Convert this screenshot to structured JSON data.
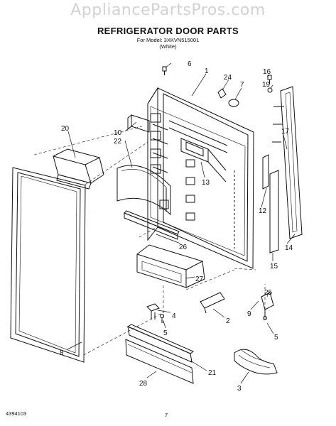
{
  "header": {
    "watermark": "AppliancePartsPros.com",
    "title": "REFRIGERATOR DOOR PARTS",
    "model_line": "For Model: 3XKVN515001",
    "color_line": "(White)"
  },
  "footer": {
    "doc_number": "4394103",
    "page_number": "7"
  },
  "callouts": {
    "c1": "1",
    "c2": "2",
    "c3": "3",
    "c4": "4",
    "c5a": "5",
    "c5b": "5",
    "c6": "6",
    "c7": "7",
    "c8": "8",
    "c9": "9",
    "c10": "10",
    "c12": "12",
    "c13": "13",
    "c14": "14",
    "c15": "15",
    "c16": "16",
    "c17": "17",
    "c19": "19",
    "c20": "20",
    "c21": "21",
    "c22": "22",
    "c24": "24",
    "c25": "25",
    "c26": "26",
    "c27": "27",
    "c28": "28"
  }
}
